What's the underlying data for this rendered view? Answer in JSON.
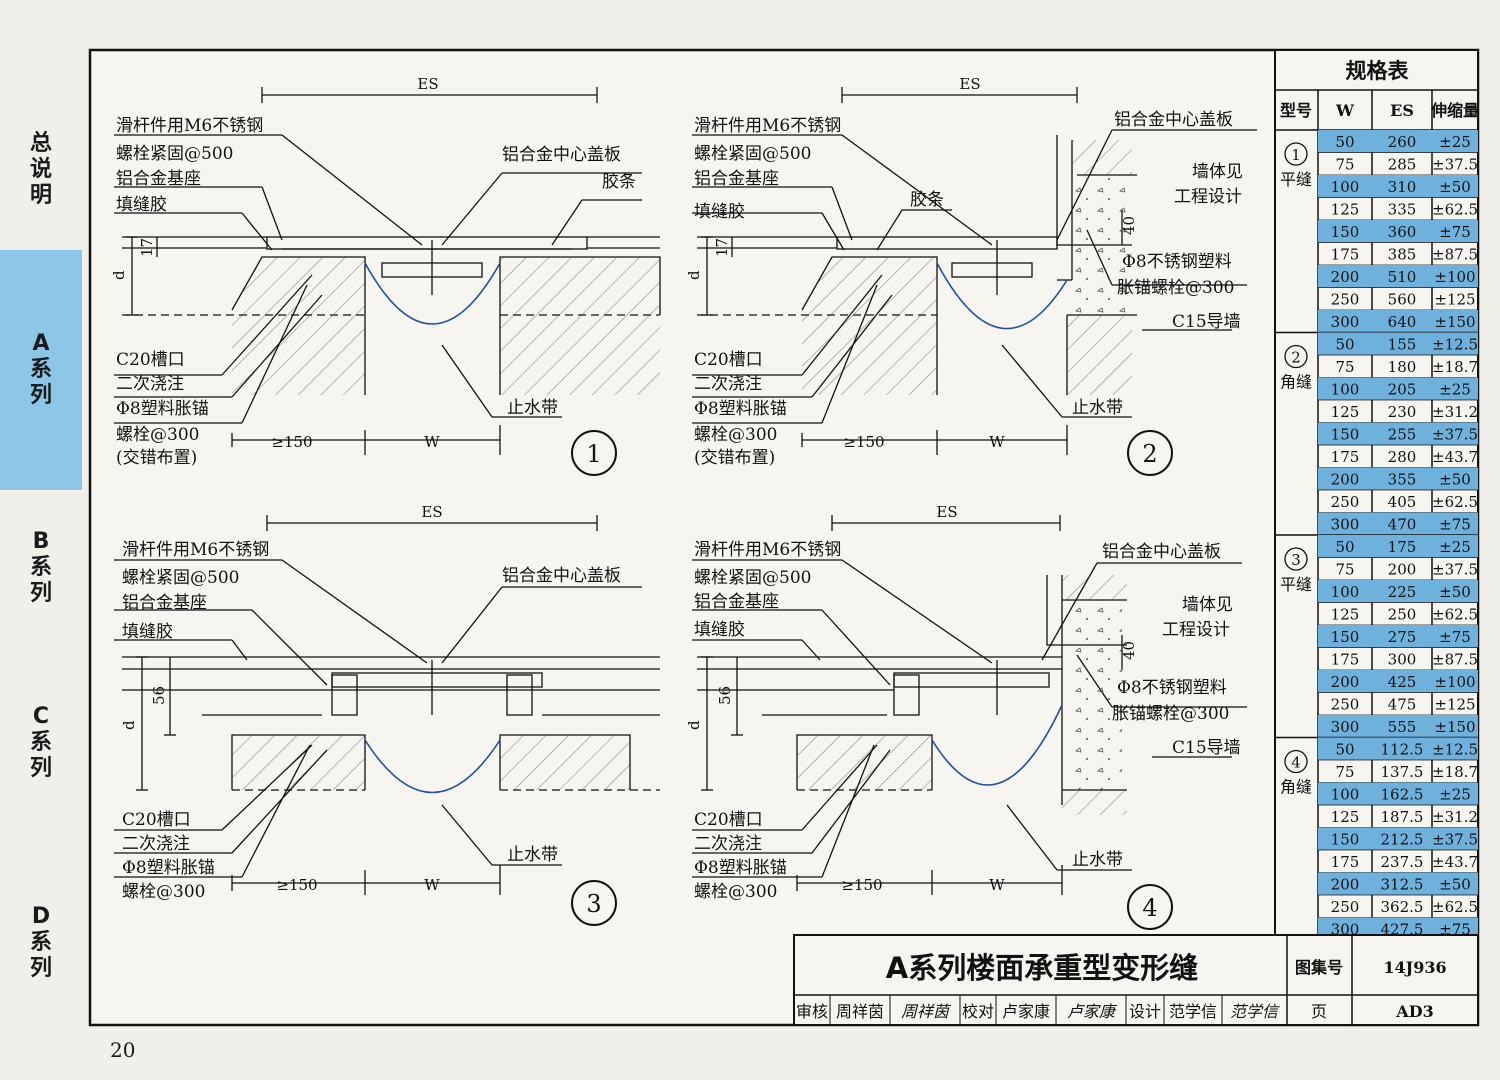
{
  "sidebar": {
    "tabs": [
      "总说明",
      "A系列",
      "B系列",
      "C系列",
      "D系列"
    ],
    "active": 1,
    "active_color": "#8ec6e8"
  },
  "page_number": "20",
  "details": [
    {
      "number": "1",
      "dims": {
        "es": "ES",
        "w": "W",
        "min": "≥150",
        "d": "d",
        "h": "17"
      },
      "labels": {
        "rod": "滑杆件用M6不锈钢",
        "bolt": "螺栓紧固@500",
        "base": "铝合金基座",
        "sealant": "填缝胶",
        "cover": "铝合金中心盖板",
        "strip": "胶条",
        "c20": "C20槽口",
        "pour": "二次浇注",
        "anchor": "Φ8塑料胀锚",
        "anchor2": "螺栓@300",
        "stagger": "(交错布置)",
        "waterstop": "止水带"
      }
    },
    {
      "number": "2",
      "dims": {
        "es": "ES",
        "w": "W",
        "min": "≥150",
        "d": "d",
        "h": "17",
        "h2": "40"
      },
      "labels": {
        "rod": "滑杆件用M6不锈钢",
        "bolt": "螺栓紧固@500",
        "base": "铝合金基座",
        "sealant": "填缝胶",
        "strip": "胶条",
        "cover": "铝合金中心盖板",
        "wall1": "墙体见",
        "wall2": "工程设计",
        "ss1": "Φ8不锈钢塑料",
        "ss2": "胀锚螺栓@300",
        "c15": "C15导墙",
        "c20": "C20槽口",
        "pour": "二次浇注",
        "anchor": "Φ8塑料胀锚",
        "anchor2": "螺栓@300",
        "stagger": "(交错布置)",
        "waterstop": "止水带"
      }
    },
    {
      "number": "3",
      "dims": {
        "es": "ES",
        "w": "W",
        "min": "≥150",
        "d": "d",
        "h": "56"
      },
      "labels": {
        "rod": "滑杆件用M6不锈钢",
        "bolt": "螺栓紧固@500",
        "base": "铝合金基座",
        "sealant": "填缝胶",
        "cover": "铝合金中心盖板",
        "c20": "C20槽口",
        "pour": "二次浇注",
        "anchor": "Φ8塑料胀锚",
        "anchor2": "螺栓@300",
        "waterstop": "止水带"
      }
    },
    {
      "number": "4",
      "dims": {
        "es": "ES",
        "w": "W",
        "min": "≥150",
        "d": "d",
        "h": "56",
        "h2": "40"
      },
      "labels": {
        "rod": "滑杆件用M6不锈钢",
        "bolt": "螺栓紧固@500",
        "base": "铝合金基座",
        "sealant": "填缝胶",
        "cover": "铝合金中心盖板",
        "wall1": "墙体见",
        "wall2": "工程设计",
        "ss1": "Φ8不锈钢塑料",
        "ss2": "胀锚螺栓@300",
        "c15": "C15导墙",
        "c20": "C20槽口",
        "pour": "二次浇注",
        "anchor": "Φ8塑料胀锚",
        "anchor2": "螺栓@300",
        "waterstop": "止水带"
      }
    }
  ],
  "spec_table": {
    "title": "规格表",
    "headers": [
      "型号",
      "W",
      "ES",
      "伸缩量"
    ],
    "highlight_color": "#6fb1dd",
    "groups": [
      {
        "num": "1",
        "name": "平缝",
        "rows": [
          [
            "50",
            "260",
            "±25"
          ],
          [
            "75",
            "285",
            "±37.5"
          ],
          [
            "100",
            "310",
            "±50"
          ],
          [
            "125",
            "335",
            "±62.5"
          ],
          [
            "150",
            "360",
            "±75"
          ],
          [
            "175",
            "385",
            "±87.5"
          ],
          [
            "200",
            "510",
            "±100"
          ],
          [
            "250",
            "560",
            "±125"
          ],
          [
            "300",
            "640",
            "±150"
          ]
        ]
      },
      {
        "num": "2",
        "name": "角缝",
        "rows": [
          [
            "50",
            "155",
            "±12.5"
          ],
          [
            "75",
            "180",
            "±18.7"
          ],
          [
            "100",
            "205",
            "±25"
          ],
          [
            "125",
            "230",
            "±31.2"
          ],
          [
            "150",
            "255",
            "±37.5"
          ],
          [
            "175",
            "280",
            "±43.7"
          ],
          [
            "200",
            "355",
            "±50"
          ],
          [
            "250",
            "405",
            "±62.5"
          ],
          [
            "300",
            "470",
            "±75"
          ]
        ]
      },
      {
        "num": "3",
        "name": "平缝",
        "rows": [
          [
            "50",
            "175",
            "±25"
          ],
          [
            "75",
            "200",
            "±37.5"
          ],
          [
            "100",
            "225",
            "±50"
          ],
          [
            "125",
            "250",
            "±62.5"
          ],
          [
            "150",
            "275",
            "±75"
          ],
          [
            "175",
            "300",
            "±87.5"
          ],
          [
            "200",
            "425",
            "±100"
          ],
          [
            "250",
            "475",
            "±125"
          ],
          [
            "300",
            "555",
            "±150"
          ]
        ]
      },
      {
        "num": "4",
        "name": "角缝",
        "rows": [
          [
            "50",
            "112.5",
            "±12.5"
          ],
          [
            "75",
            "137.5",
            "±18.7"
          ],
          [
            "100",
            "162.5",
            "±25"
          ],
          [
            "125",
            "187.5",
            "±31.2"
          ],
          [
            "150",
            "212.5",
            "±37.5"
          ],
          [
            "175",
            "237.5",
            "±43.7"
          ],
          [
            "200",
            "312.5",
            "±50"
          ],
          [
            "250",
            "362.5",
            "±62.5"
          ],
          [
            "300",
            "427.5",
            "±75"
          ]
        ]
      }
    ]
  },
  "title_block": {
    "title": "A系列楼面承重型变形缝",
    "atlas_label": "图集号",
    "atlas_value": "14J936",
    "review_label": "审核",
    "reviewer": "周祥茵",
    "review_sign": "周祥茵",
    "check_label": "校对",
    "checker": "卢家康",
    "check_sign": "卢家康",
    "design_label": "设计",
    "designer": "范学信",
    "design_sign": "范学信",
    "page_label": "页",
    "page_value": "AD3"
  }
}
